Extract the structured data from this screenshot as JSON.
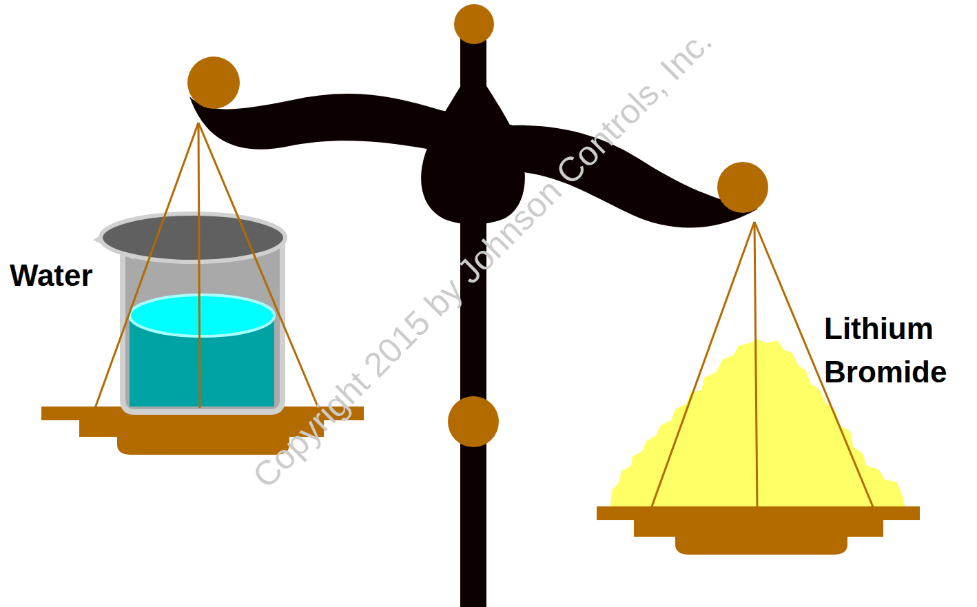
{
  "diagram": {
    "labels": [
      "Water",
      "Lithium Bromide",
      "Copyright 2015 by Johnson Controls, Inc."
    ]
  }
}
